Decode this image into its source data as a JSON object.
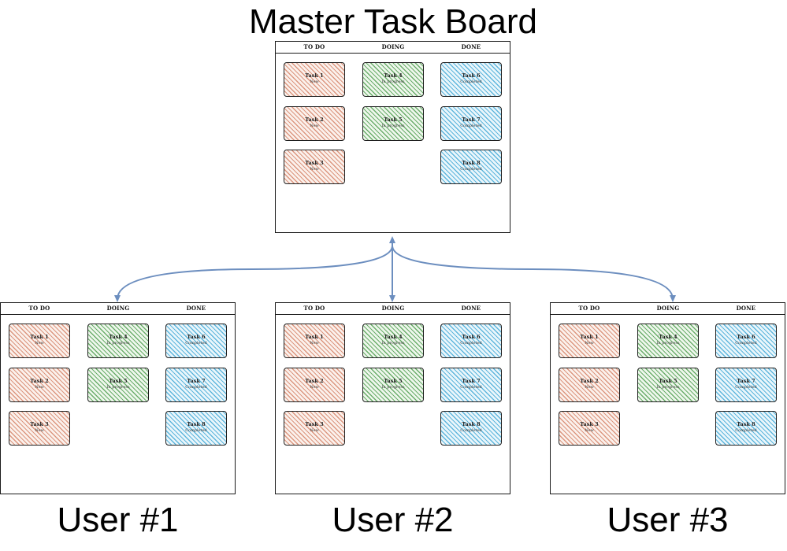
{
  "headings": {
    "master": "Master Task Board",
    "user1": "User #1",
    "user2": "User #2",
    "user3": "User #3"
  },
  "board": {
    "columns": [
      "TO DO",
      "DOING",
      "DONE"
    ],
    "cards": [
      {
        "id": "task-1",
        "column": "todo",
        "title": "Task 1",
        "status": "New"
      },
      {
        "id": "task-2",
        "column": "todo",
        "title": "Task 2",
        "status": "New"
      },
      {
        "id": "task-3",
        "column": "todo",
        "title": "Task 3",
        "status": "New"
      },
      {
        "id": "task-4",
        "column": "doing",
        "title": "Task 4",
        "status": "In progress"
      },
      {
        "id": "task-5",
        "column": "doing",
        "title": "Task 5",
        "status": "In progress"
      },
      {
        "id": "task-6",
        "column": "done",
        "title": "Task 6",
        "status": "Completed"
      },
      {
        "id": "task-7",
        "column": "done",
        "title": "Task 7",
        "status": "Completed"
      },
      {
        "id": "task-8",
        "column": "done",
        "title": "Task 8",
        "status": "Completed"
      }
    ]
  },
  "colors": {
    "todo": "#d6866c",
    "doing": "#54a054",
    "done": "#46aad7",
    "connector": "#6c8ebf"
  }
}
